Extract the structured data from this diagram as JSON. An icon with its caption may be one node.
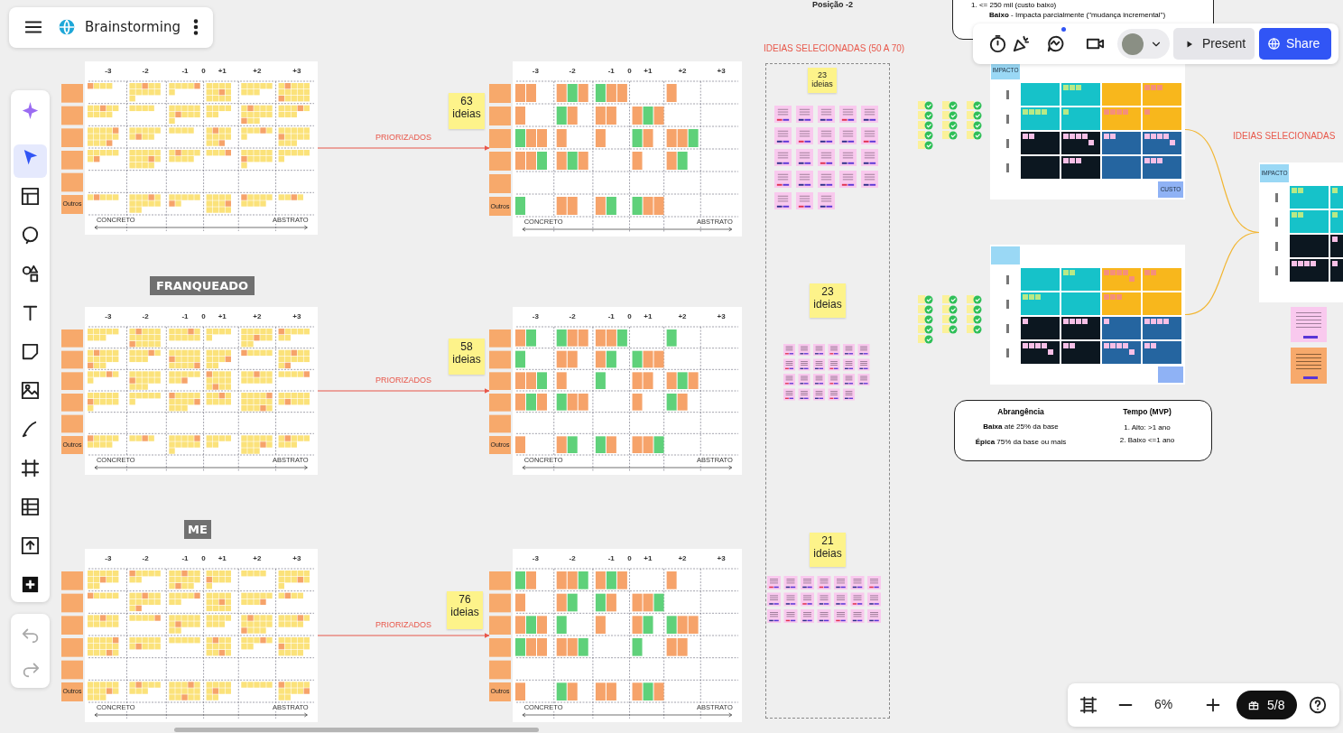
{
  "diagram": {
    "nodes": [
      {
        "text": [
          "-3",
          "-2",
          "-1",
          "0",
          "+1",
          "+2",
          "+3",
          "Outros",
          "CONCRETO",
          "ABSTRATO"
        ]
      },
      {
        "text": [
          "-3",
          "-2",
          "-1",
          "0",
          "+1",
          "+2",
          "+3",
          "Outros",
          "CONCRETO",
          "ABSTRATO"
        ]
      },
      {
        "text": [
          "63 ideias"
        ]
      },
      {
        "text": [
          "FRANQUEADO"
        ]
      },
      {
        "text": [
          "-3",
          "-2",
          "-1",
          "0",
          "+1",
          "+2",
          "+3",
          "Outros",
          "CONCRETO",
          "ABSTRATO"
        ]
      },
      {
        "text": [
          "-3",
          "-2",
          "-1",
          "0",
          "+1",
          "+2",
          "+3",
          "Outros",
          "CONCRETO",
          "ABSTRATO"
        ]
      },
      {
        "text": [
          "58 ideias"
        ]
      },
      {
        "text": [
          "ME"
        ]
      },
      {
        "text": [
          "-3",
          "-2",
          "-1",
          "0",
          "+1",
          "+2",
          "+3",
          "Outros",
          "CONCRETO",
          "ABSTRATO"
        ]
      },
      {
        "text": [
          "-3",
          "-2",
          "-1",
          "0",
          "+1",
          "+2",
          "+3",
          "Outros",
          "CONCRETO",
          "ABSTRATO"
        ]
      },
      {
        "text": [
          "76 ideias"
        ]
      },
      {
        "text": [
          "IDEIAS SELECIONADAS (50 A 70)"
        ]
      },
      {
        "text": [
          "23 ideias"
        ],
        "in": 11
      },
      {
        "text": [
          "23 ideias"
        ],
        "in": 11
      },
      {
        "text": [
          "21 ideias"
        ],
        "in": 11
      },
      {
        "text": [
          "IMPACTO",
          "CUSTO"
        ]
      },
      {
        "text": [],
        "shape": "box"
      },
      {
        "text": [
          "IMPACTO"
        ]
      },
      {
        "text": [
          "Abrangência",
          "**Baixa** até 25% da base",
          "**Épica** 75% da base ou mais",
          "Tempo (MVP)",
          "1. Alto: >1 ano",
          "2. Baixo <=1 ano"
        ]
      },
      {
        "text": [
          "1. <= 250 mil (custo baixo)",
          "**Baixo** - Impacta parcialmente (\"mudança incremental\")"
        ]
      }
    ],
    "edges": [
      {
        "from": 0,
        "to": 1,
        "arrow": "to",
        "label": "PRIORIZADOS"
      },
      {
        "from": 4,
        "to": 5,
        "arrow": "to",
        "label": "PRIORIZADOS"
      },
      {
        "from": 8,
        "to": 9,
        "arrow": "to",
        "label": "PRIORIZADOS"
      },
      {
        "from": 15,
        "to": 17,
        "arrow": "none",
        "color": "#f2b632"
      },
      {
        "from": 16,
        "to": 17,
        "arrow": "none",
        "color": "#f2b632"
      }
    ],
    "labels": [
      "Brainstorming",
      "Posição -2",
      "IDEIAS SELECIONADAS",
      "Present",
      "Share",
      "6%",
      "5/8"
    ]
  }
}
